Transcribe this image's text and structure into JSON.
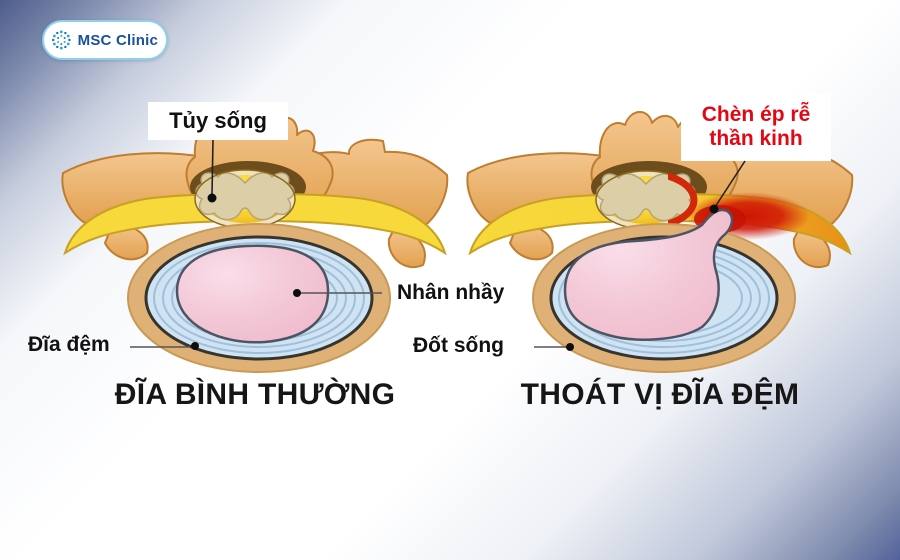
{
  "logo": {
    "name": "MSC Clinic"
  },
  "labels": {
    "tuy_song": "Tủy sống",
    "chen_ep_line1": "Chèn ép rễ",
    "chen_ep_line2": "thần  kinh",
    "nhan_nhay": "Nhân nhầy",
    "dia_dem": "Đĩa đệm",
    "dot_song": "Đốt sống"
  },
  "captions": {
    "left": "ĐĨA BÌNH THƯỜNG",
    "right": "THOÁT VỊ ĐĨA ĐỆM"
  },
  "colors": {
    "background_slate": "#4d5c8b",
    "label_red": "#e30613",
    "logo_blue": "#17519f",
    "logo_teal": "#2aa9cc",
    "bone": "#e8a95c",
    "nerve_yellow": "#f7d93b",
    "disc_blue": "#cfe3f2",
    "nucleus_pink": "#f3c8d7",
    "inflammation_red": "#cf1505"
  }
}
